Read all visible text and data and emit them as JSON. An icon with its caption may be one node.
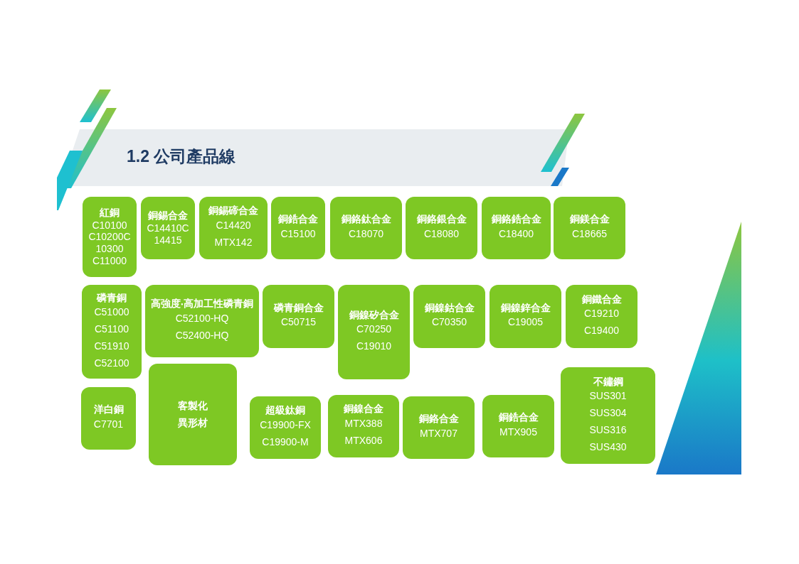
{
  "diagram": {
    "title": "1.2 公司產品線",
    "nodes": [
      {
        "text": [
          "紅銅",
          "C10100 C10200C 10300 C11000"
        ]
      },
      {
        "text": [
          "銅錫合金",
          "C14410C 14415"
        ]
      },
      {
        "text": [
          "銅錫碲合金",
          "C14420 MTX142"
        ]
      },
      {
        "text": [
          "銅鋯合金",
          "C15100"
        ]
      },
      {
        "text": [
          "銅鉻鈦合金",
          "C18070"
        ]
      },
      {
        "text": [
          "銅鉻銀合金",
          "C18080"
        ]
      },
      {
        "text": [
          "銅鉻鋯合金",
          "C18400"
        ]
      },
      {
        "text": [
          "銅鎂合金",
          "C18665"
        ]
      },
      {
        "text": [
          "磷青銅",
          "C51000 C51100 C51910 C52100"
        ]
      },
      {
        "text": [
          "高強度‧高加工性磷青銅",
          "C52100-HQ C52400-HQ"
        ]
      },
      {
        "text": [
          "磷青銅合金",
          "C50715"
        ]
      },
      {
        "text": [
          "銅鎳矽合金",
          "C70250 C19010"
        ]
      },
      {
        "text": [
          "銅鎳鈷合金",
          "C70350"
        ]
      },
      {
        "text": [
          "銅鎳鋅合金",
          "C19005"
        ]
      },
      {
        "text": [
          "銅鐵合金",
          "C19210 C19400"
        ]
      },
      {
        "text": [
          "洋白銅",
          "C7701"
        ]
      },
      {
        "text": [
          "客製化異形材"
        ]
      },
      {
        "text": [
          "超級鈦銅",
          "C19900-FX C19900-M"
        ]
      },
      {
        "text": [
          "銅鎳合金",
          "MTX388 MTX606"
        ]
      },
      {
        "text": [
          "銅鉻合金",
          "MTX707"
        ]
      },
      {
        "text": [
          "銅鋯合金",
          "MTX905"
        ]
      },
      {
        "text": [
          "不鏽鋼",
          "SUS301 SUS304 SUS316 SUS430"
        ]
      }
    ]
  }
}
